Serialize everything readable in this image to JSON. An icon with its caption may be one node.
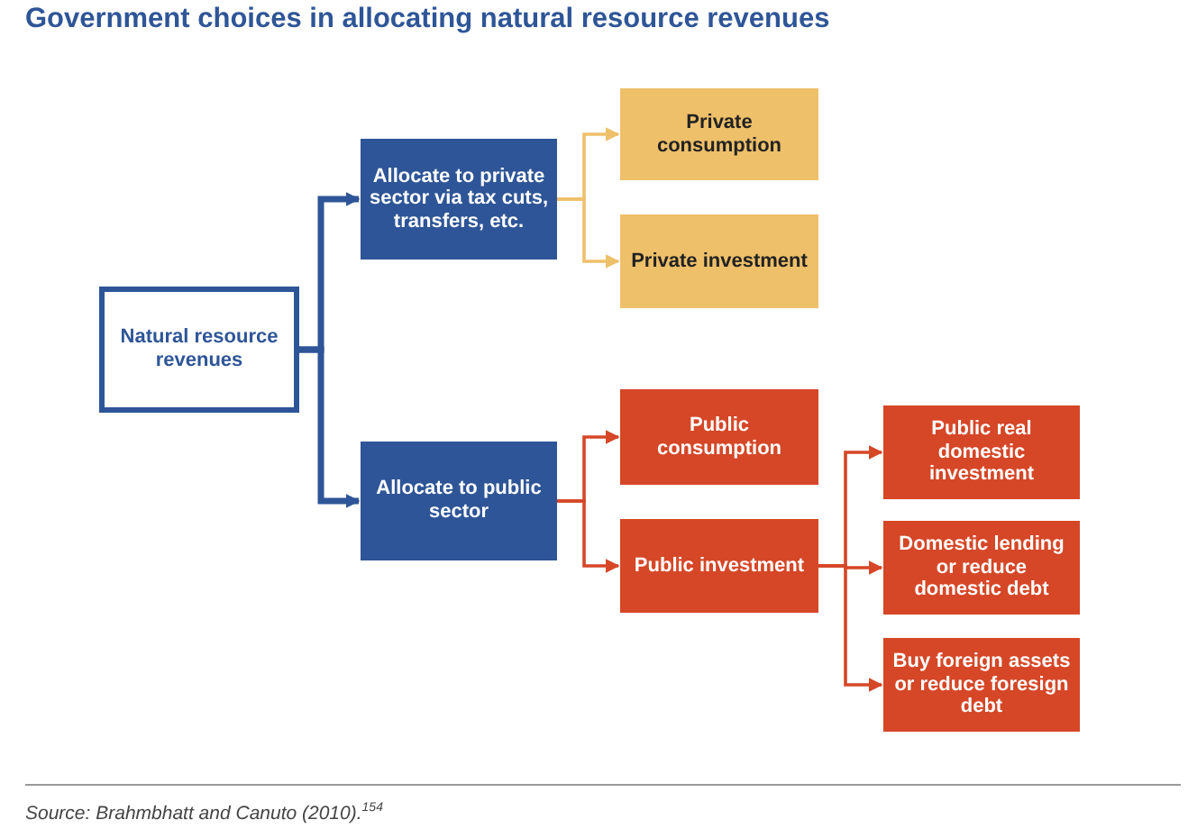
{
  "diagram": {
    "title": "Government choices in allocating natural resource revenues",
    "caption": "*Source: Brahmbhatt and Canuto (2010).*$^{154}$",
    "nodes": [
      {
        "text": [
          "Natural resource revenues"
        ]
      },
      {
        "text": [
          "Allocate to private sector via tax cuts, transfers, etc."
        ]
      },
      {
        "text": [
          "Private consumption"
        ]
      },
      {
        "text": [
          "Private investment"
        ]
      },
      {
        "text": [
          "Allocate to public sector"
        ]
      },
      {
        "text": [
          "Public consumption"
        ]
      },
      {
        "text": [
          "Public investment"
        ]
      },
      {
        "text": [
          "Public real domestic investment"
        ]
      },
      {
        "text": [
          "Domestic lending or reduce domestic debt"
        ]
      },
      {
        "text": [
          "Buy foreign assets or reduce foresign debt"
        ]
      }
    ],
    "edges": [
      {
        "from": 0,
        "to": 1,
        "arrow": "to",
        "style": "thick",
        "color": "#2e5597"
      },
      {
        "from": 0,
        "to": 4,
        "arrow": "to",
        "style": "thick",
        "color": "#2e5597"
      },
      {
        "from": 1,
        "to": 2,
        "arrow": "to",
        "color": "#eec06a"
      },
      {
        "from": 1,
        "to": 3,
        "arrow": "to",
        "color": "#eec06a"
      },
      {
        "from": 4,
        "to": 5,
        "arrow": "to"
      },
      {
        "from": 4,
        "to": 6,
        "arrow": "to"
      },
      {
        "from": 6,
        "to": 7,
        "arrow": "to"
      },
      {
        "from": 6,
        "to": 8,
        "arrow": "to"
      },
      {
        "from": 6,
        "to": 9,
        "arrow": "to"
      }
    ]
  }
}
